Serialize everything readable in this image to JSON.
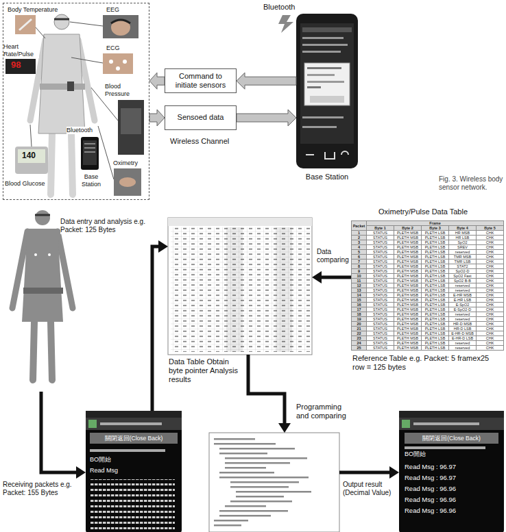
{
  "diagram": {
    "caption": "Fig. 3. Wireless body sensor network.",
    "nodes": [
      {
        "text": [
          "Body Temperature",
          "EEG",
          "Heart Rate/Pulse",
          "ECG",
          "Blood Pressure",
          "Bluetooth",
          "Blood Glucose",
          "Base Station",
          "Oximetry"
        ]
      },
      {
        "text": [
          "Command to initiate sensors"
        ]
      },
      {
        "text": [
          "Sensoed data"
        ]
      },
      {
        "text": [
          "Base Station"
        ]
      },
      {
        "text": [
          "Data Table Obtain byte pointer Analysis results"
        ]
      },
      {
        "text": [
          "Oximetry/Pulse Data Table",
          "Reference Table e.g. Packet: 5 framex25 row = 125 bytes"
        ]
      },
      {
        "text": [
          "關閉返回(Close Back)",
          "BO開始",
          "Read Msg"
        ]
      },
      {
        "text": [
          "Programming and comparing"
        ]
      },
      {
        "text": [
          "關閉返回(Close Back)",
          "BO開始",
          "Read Msg : 96.97",
          "Read Msg : 96.97",
          "Read Msg : 96.96",
          "Read Msg : 96.96",
          "Read Msg : 96.96"
        ]
      }
    ],
    "edges": [
      {
        "from": 3,
        "to": 1,
        "arrow": "to"
      },
      {
        "from": 1,
        "to": 0,
        "arrow": "to"
      },
      {
        "from": 0,
        "to": 2,
        "arrow": "to"
      },
      {
        "from": 2,
        "to": 3,
        "arrow": "to"
      },
      {
        "from": 6,
        "to": 4,
        "arrow": "to",
        "label": "Data entry and analysis e.g. Packet: 125 Bytes"
      },
      {
        "from": 5,
        "to": 4,
        "arrow": "to",
        "label": "Data comparing"
      },
      {
        "from": 4,
        "to": 7,
        "arrow": "to"
      },
      {
        "from": 7,
        "to": 8,
        "arrow": "to",
        "label": "Output result (Decimal Value)"
      }
    ],
    "labels": [
      "Bluetooth",
      "Wireless Channel",
      "Receiving packets e.g. Packet: 155 Bytes",
      "98",
      "140",
      "Packet",
      "Frame",
      "Byte 1",
      "Byte 2",
      "Byte 3",
      "Byte 4",
      "Byte 5",
      "1",
      "STATUS",
      "PLETH MSB",
      "PLETH LSB",
      "HR MSB",
      "CHK",
      "2",
      "STATUS",
      "PLETH MSB",
      "PLETH LSB",
      "HR LSB",
      "CHK",
      "3",
      "STATUS",
      "PLETH MSB",
      "PLETH LSB",
      "SpO2",
      "CHK",
      "4",
      "STATUS",
      "PLETH MSB",
      "PLETH LSB",
      "SREV",
      "CHK",
      "5",
      "STATUS",
      "PLETH MSB",
      "PLETH LSB",
      "reserved",
      "CHK",
      "6",
      "STATUS",
      "PLETH MSB",
      "PLETH LSB",
      "TMR MSB",
      "CHK",
      "7",
      "STATUS",
      "PLETH MSB",
      "PLETH LSB",
      "TMR LSB",
      "CHK",
      "8",
      "STATUS",
      "PLETH MSB",
      "PLETH LSB",
      "STAT2",
      "CHK",
      "9",
      "STATUS",
      "PLETH MSB",
      "PLETH LSB",
      "SpO2-D",
      "CHK",
      "10",
      "STATUS",
      "PLETH MSB",
      "PLETH LSB",
      "SpO2 Fast",
      "CHK",
      "11",
      "STATUS",
      "PLETH MSB",
      "PLETH LSB",
      "SpO2 B-B",
      "CHK",
      "12",
      "STATUS",
      "PLETH MSB",
      "PLETH LSB",
      "reserved",
      "CHK",
      "13",
      "STATUS",
      "PLETH MSB",
      "PLETH LSB",
      "reserved",
      "CHK",
      "14",
      "STATUS",
      "PLETH MSB",
      "PLETH LSB",
      "E-HR MSB",
      "CHK",
      "15",
      "STATUS",
      "PLETH MSB",
      "PLETH LSB",
      "E-HR LSB",
      "CHK",
      "16",
      "STATUS",
      "PLETH MSB",
      "PLETH LSB",
      "E-SpO2",
      "CHK",
      "17",
      "STATUS",
      "PLETH MSB",
      "PLETH LSB",
      "E-SpO2-D",
      "CHK",
      "18",
      "STATUS",
      "PLETH MSB",
      "PLETH LSB",
      "reserved",
      "CHK",
      "19",
      "STATUS",
      "PLETH MSB",
      "PLETH LSB",
      "reserved",
      "CHK",
      "20",
      "STATUS",
      "PLETH MSB",
      "PLETH LSB",
      "HR-D MSB",
      "CHK",
      "21",
      "STATUS",
      "PLETH MSB",
      "PLETH LSB",
      "HR-D LSB",
      "CHK",
      "22",
      "STATUS",
      "PLETH MSB",
      "PLETH LSB",
      "E-HR-D MSB",
      "CHK",
      "23",
      "STATUS",
      "PLETH MSB",
      "PLETH LSB",
      "E-HR-D LSB",
      "CHK",
      "24",
      "STATUS",
      "PLETH MSB",
      "PLETH LSB",
      "reserved",
      "CHK",
      "25",
      "STATUS",
      "PLETH MSB",
      "PLETH LSB",
      "reserved",
      "CHK"
    ]
  }
}
